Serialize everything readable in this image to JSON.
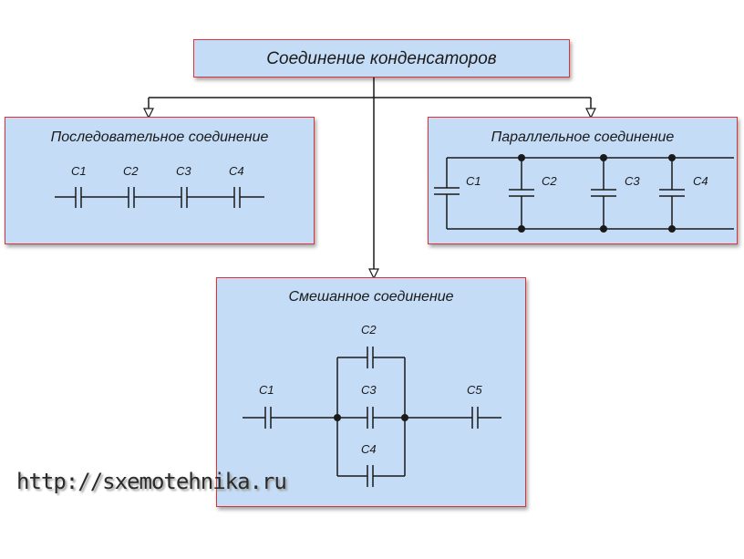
{
  "root": {
    "title": "Соединение конденсаторов"
  },
  "series": {
    "title": "Последовательное соединение",
    "labels": [
      "C1",
      "C2",
      "C3",
      "C4"
    ]
  },
  "parallel": {
    "title": "Параллельное соединение",
    "labels": [
      "C1",
      "C2",
      "C3",
      "C4"
    ]
  },
  "mixed": {
    "title": "Смешанное соединение",
    "labels": [
      "C1",
      "C2",
      "C3",
      "C4",
      "C5"
    ]
  },
  "watermark": "http://sxemotehnika.ru",
  "colors": {
    "box_fill": "#c4dcf5",
    "box_border": "#e0303a",
    "line": "#1a1a1a"
  }
}
